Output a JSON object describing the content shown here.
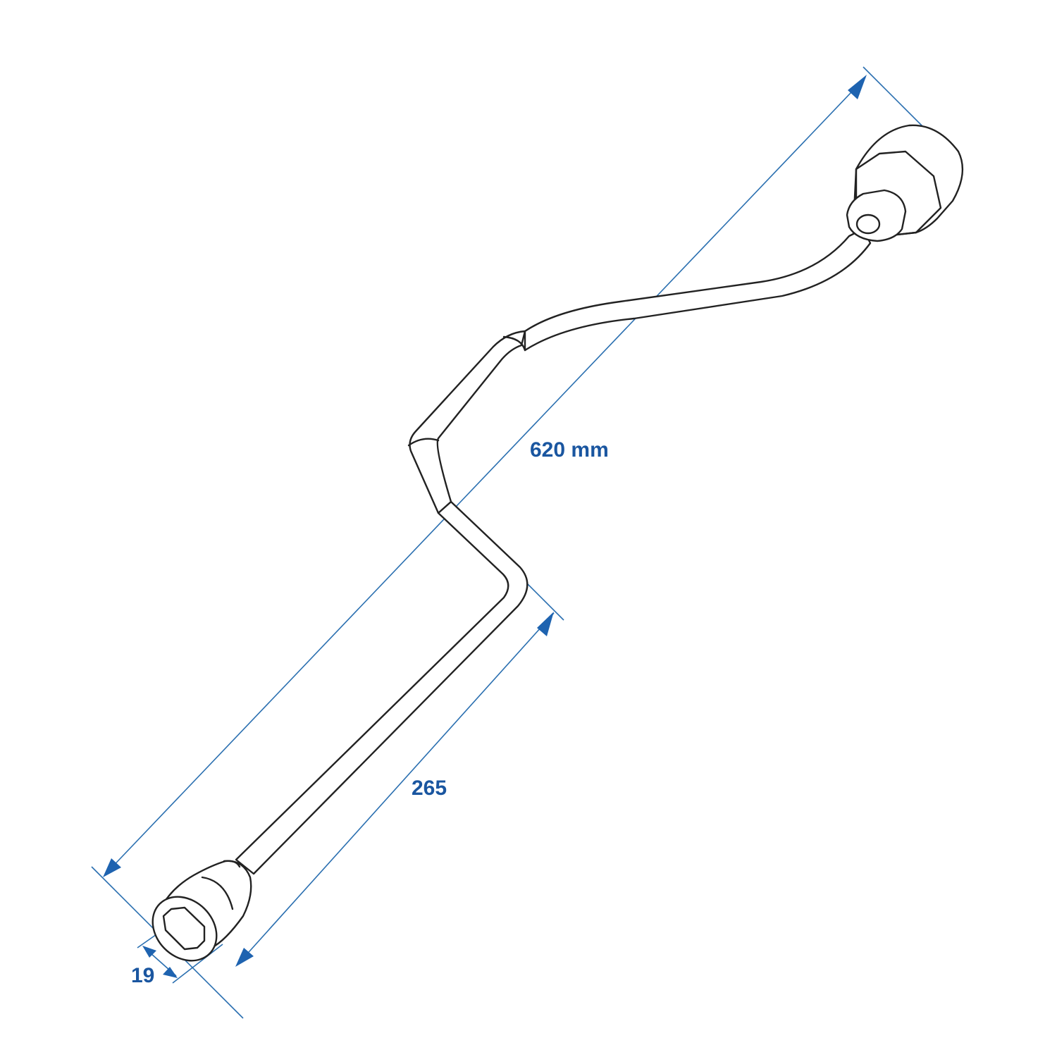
{
  "diagram": {
    "subject": "Crank wheel wrench with hex sockets",
    "colors": {
      "background": "#ffffff",
      "outline": "#222222",
      "dimension_line": "#2a6fb0",
      "dimension_text": "#1a56a0"
    },
    "dimensions": {
      "overall_length": {
        "label": "620 mm",
        "value": 620,
        "unit": "mm"
      },
      "lower_shaft_length": {
        "label": "265",
        "value": 265,
        "unit": "mm"
      },
      "socket_size": {
        "label": "19",
        "value": 19,
        "unit": "mm"
      }
    },
    "parts": [
      "upper-socket",
      "upper-arm",
      "crank-offset",
      "lower-shaft",
      "lower-socket"
    ]
  }
}
